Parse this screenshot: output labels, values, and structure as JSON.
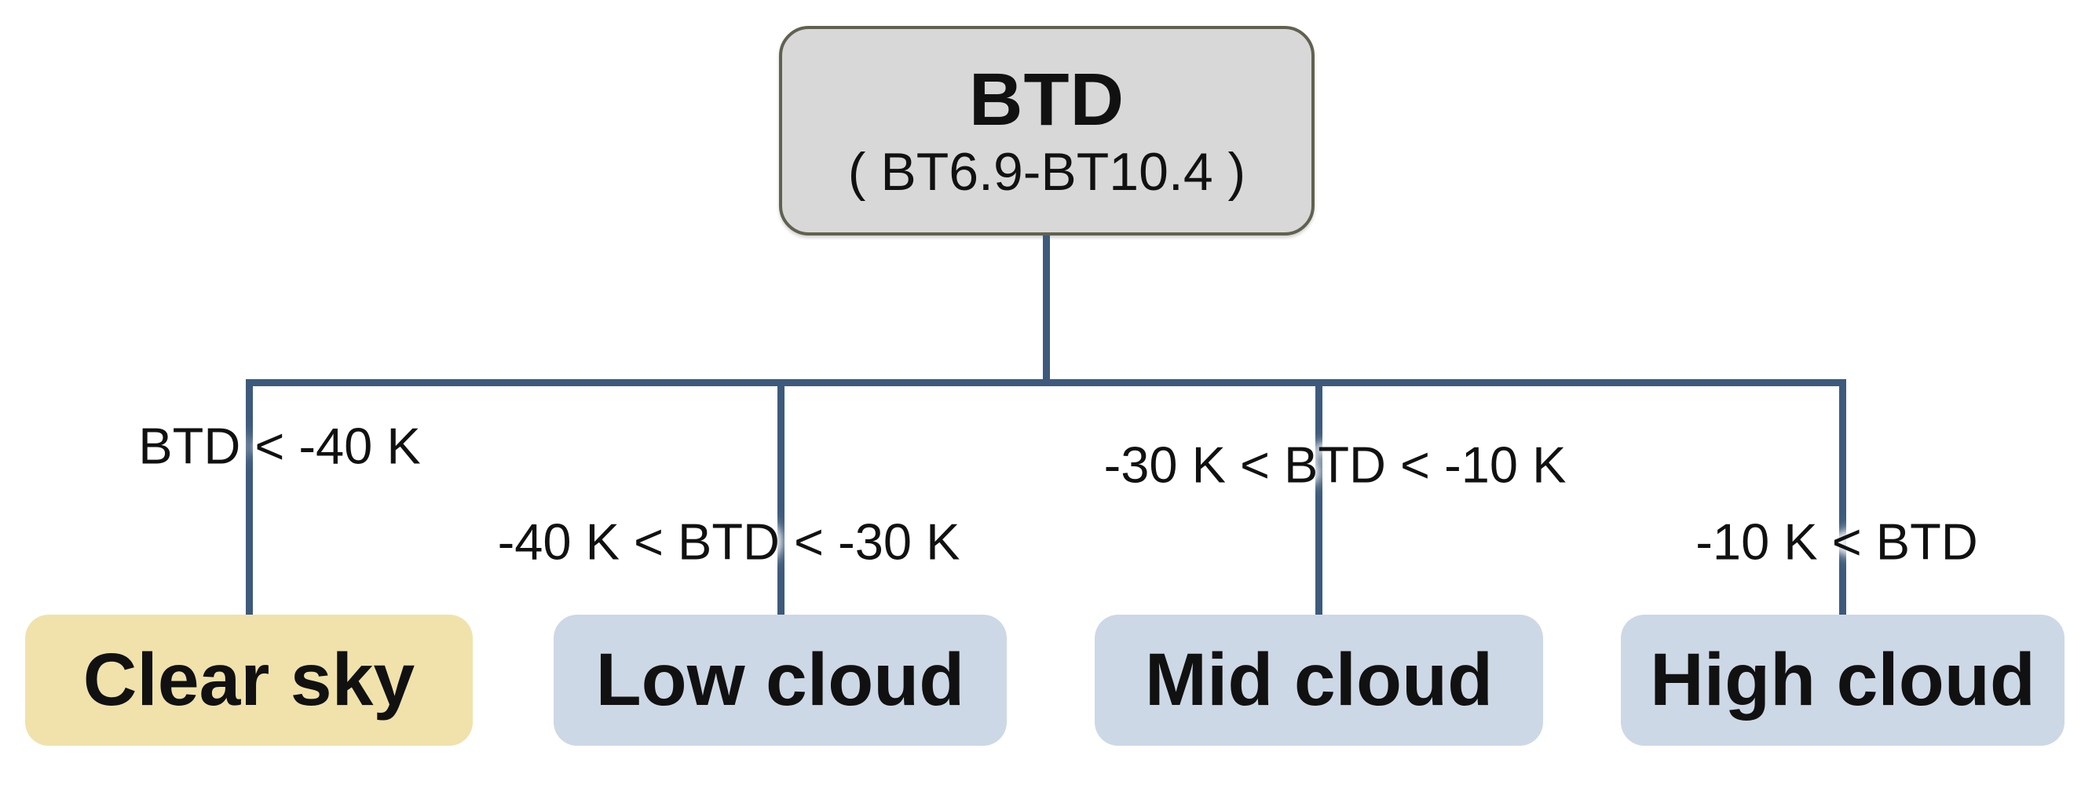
{
  "figure": {
    "root": {
      "title": "BTD",
      "subtitle": "( BT6.9-BT10.4 )"
    },
    "branches": [
      {
        "condition": "BTD < -40 K",
        "label": "Clear sky"
      },
      {
        "condition": "-40 K < BTD < -30 K",
        "label": "Low cloud"
      },
      {
        "condition": "-30 K < BTD < -10 K",
        "label": "Mid cloud"
      },
      {
        "condition": "-10 K < BTD",
        "label": "High cloud"
      }
    ]
  },
  "colors": {
    "connector": "#3d5a7c",
    "root-fill": "#d8d8d8",
    "root-border": "#60614f",
    "clear-sky-fill": "#f0e2aa",
    "cloud-fill": "#cdd8e6",
    "text": "#111111"
  }
}
